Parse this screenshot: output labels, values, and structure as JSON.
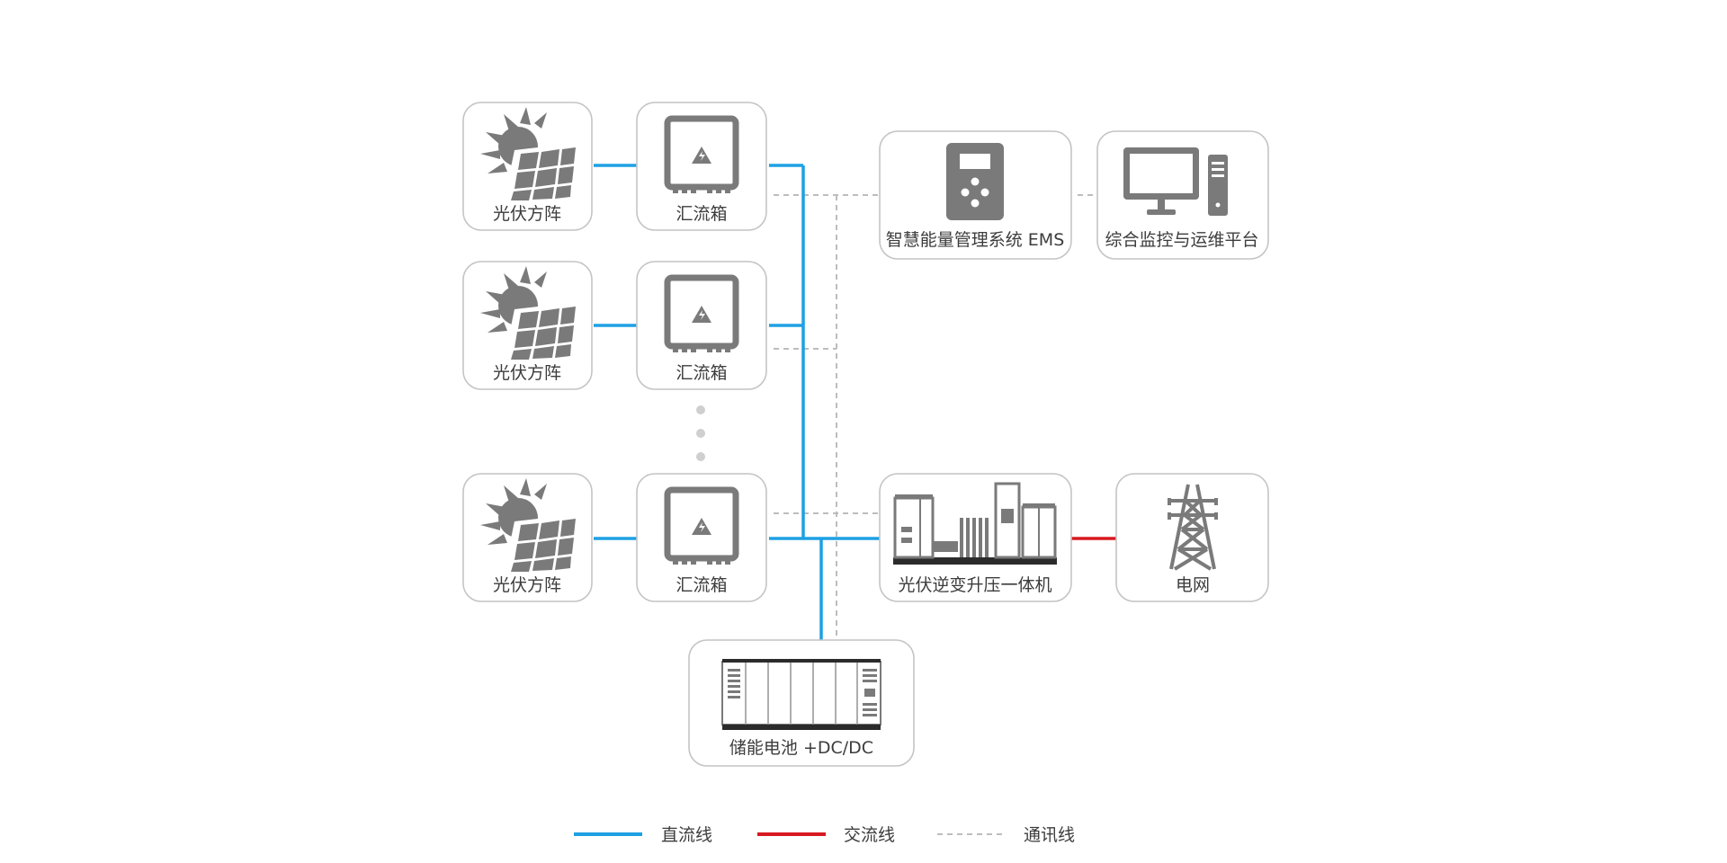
{
  "colors": {
    "dc_line": "#1ea0e3",
    "ac_line": "#d7191f",
    "comm_line": "#bdbdbd",
    "icon_gray": "#7a7a7a",
    "box_border": "#c4c4c4"
  },
  "nodes": {
    "pv_array_1": {
      "label": "光伏方阵",
      "icon": "solar-panel-icon"
    },
    "combiner_1": {
      "label": "汇流箱",
      "icon": "combiner-box-icon"
    },
    "pv_array_2": {
      "label": "光伏方阵",
      "icon": "solar-panel-icon"
    },
    "combiner_2": {
      "label": "汇流箱",
      "icon": "combiner-box-icon"
    },
    "pv_array_3": {
      "label": "光伏方阵",
      "icon": "solar-panel-icon"
    },
    "combiner_3": {
      "label": "汇流箱",
      "icon": "combiner-box-icon"
    },
    "ems": {
      "label": "智慧能量管理系统 EMS",
      "icon": "controller-icon"
    },
    "monitoring": {
      "label": "综合监控与运维平台",
      "icon": "computer-icon"
    },
    "inverter": {
      "label": "光伏逆变升压一体机",
      "icon": "inverter-station-icon"
    },
    "grid": {
      "label": "电网",
      "icon": "power-tower-icon"
    },
    "storage": {
      "label": "储能电池 +DC/DC",
      "icon": "battery-container-icon"
    }
  },
  "legend": {
    "dc": "直流线",
    "ac": "交流线",
    "comm": "通讯线"
  }
}
